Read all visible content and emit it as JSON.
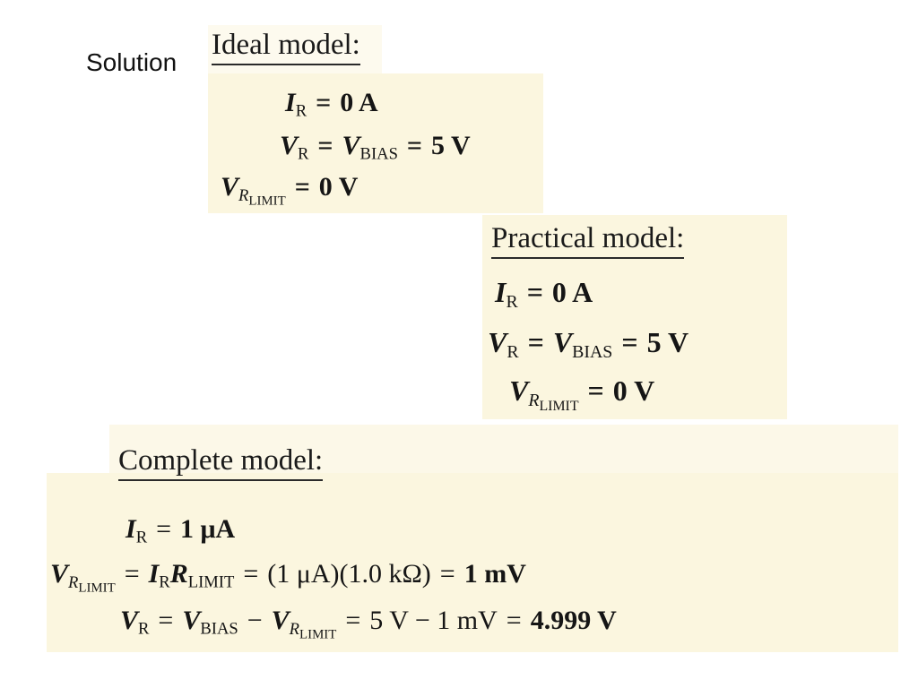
{
  "solution_label": "Solution",
  "ideal": {
    "title": "Ideal model:",
    "eq1": {
      "lhs": "I",
      "lhs_sub": "R",
      "rhs": "0 A"
    },
    "eq2": {
      "lhs": "V",
      "lhs_sub": "R",
      "mid": "V",
      "mid_sub": "BIAS",
      "rhs": "5 V"
    },
    "eq3": {
      "lhs": "V",
      "lhs_sub": "R",
      "lhs_subsub": "LIMIT",
      "rhs": "0 V"
    }
  },
  "practical": {
    "title": "Practical model:",
    "eq1": {
      "lhs": "I",
      "lhs_sub": "R",
      "rhs": "0 A"
    },
    "eq2": {
      "lhs": "V",
      "lhs_sub": "R",
      "mid": "V",
      "mid_sub": "BIAS",
      "rhs": "5 V"
    },
    "eq3": {
      "lhs": "V",
      "lhs_sub": "R",
      "lhs_subsub": "LIMIT",
      "rhs": "0 V"
    }
  },
  "complete": {
    "title": "Complete model:",
    "eq1": {
      "lhs": "I",
      "lhs_sub": "R",
      "rhs": "1 μA"
    },
    "eq2": {
      "lhs": "V",
      "lhs_sub": "R",
      "lhs_subsub": "LIMIT",
      "m1": "I",
      "m1_sub": "R",
      "m2": "R",
      "m2_sub": "LIMIT",
      "m3": "(1 μA)(1.0 kΩ)",
      "rhs": "1 mV"
    },
    "eq3": {
      "lhs": "V",
      "lhs_sub": "R",
      "m1": "V",
      "m1_sub": "BIAS",
      "m2": "V",
      "m2_sub": "R",
      "m2_subsub": "LIMIT",
      "m3": "5 V − 1 mV",
      "rhs": "4.999 V"
    }
  }
}
